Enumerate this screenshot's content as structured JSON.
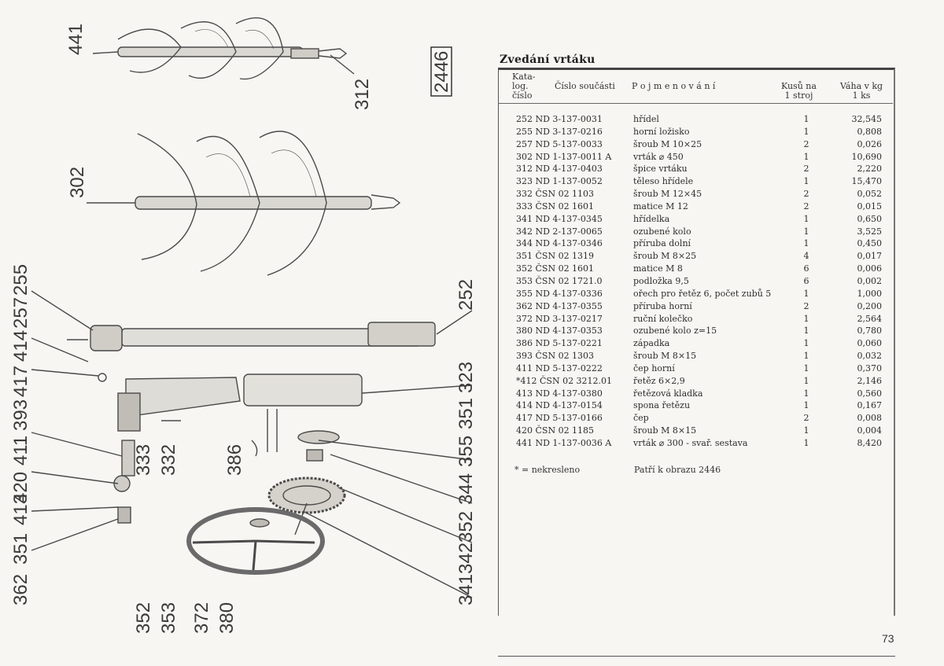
{
  "figure": {
    "number": "2446",
    "callouts_top": [
      "441",
      "312",
      "302"
    ],
    "callouts_left": [
      "362",
      "351",
      "413",
      "420",
      "411",
      "393",
      "417",
      "414",
      "257",
      "255"
    ],
    "callouts_bottom": [
      "352",
      "353",
      "372",
      "380",
      "333",
      "332",
      "386"
    ],
    "callouts_right": [
      "252",
      "323",
      "351",
      "355",
      "344",
      "352",
      "342",
      "341"
    ]
  },
  "section_title": "Zvedání vrtáku",
  "columns": {
    "catalog": "Kata-\nlog.\nčíslo",
    "part_number": "Číslo součásti",
    "name": "P o j m e n o v á n í",
    "quantity": "Kusů na\n1 stroj",
    "weight": "Váha v kg\n1 ks"
  },
  "rows": [
    {
      "catalog": "252",
      "part": "ND 3-137-0031",
      "name": "hřídel",
      "qty": "1",
      "weight": "32,545"
    },
    {
      "catalog": "255",
      "part": "ND 3-137-0216",
      "name": "horní ložisko",
      "qty": "1",
      "weight": "0,808"
    },
    {
      "catalog": "257",
      "part": "ND 5-137-0033",
      "name": "šroub M 10×25",
      "qty": "2",
      "weight": "0,026"
    },
    {
      "catalog": "302",
      "part": "ND 1-137-0011 A",
      "name": "vrták ⌀ 450",
      "qty": "1",
      "weight": "10,690"
    },
    {
      "catalog": "312",
      "part": "ND 4-137-0403",
      "name": "špice vrtáku",
      "qty": "2",
      "weight": "2,220"
    },
    {
      "catalog": "323",
      "part": "ND 1-137-0052",
      "name": "těleso hřídele",
      "qty": "1",
      "weight": "15,470"
    },
    {
      "catalog": "332",
      "part": "ČSN 02 1103",
      "name": "šroub M 12×45",
      "qty": "2",
      "weight": "0,052"
    },
    {
      "catalog": "333",
      "part": "ČSN 02 1601",
      "name": "matice M 12",
      "qty": "2",
      "weight": "0,015"
    },
    {
      "catalog": "341",
      "part": "ND 4-137-0345",
      "name": "hřídelka",
      "qty": "1",
      "weight": "0,650"
    },
    {
      "catalog": "342",
      "part": "ND 2-137-0065",
      "name": "ozubené kolo",
      "qty": "1",
      "weight": "3,525"
    },
    {
      "catalog": "344",
      "part": "ND 4-137-0346",
      "name": "příruba dolní",
      "qty": "1",
      "weight": "0,450"
    },
    {
      "catalog": "351",
      "part": "ČSN 02 1319",
      "name": "šroub M 8×25",
      "qty": "4",
      "weight": "0,017"
    },
    {
      "catalog": "352",
      "part": "ČSN 02 1601",
      "name": "matice M 8",
      "qty": "6",
      "weight": "0,006"
    },
    {
      "catalog": "353",
      "part": "ČSN 02 1721.0",
      "name": "podložka 9,5",
      "qty": "6",
      "weight": "0,002"
    },
    {
      "catalog": "355",
      "part": "ND 4-137-0336",
      "name": "ořech pro řetěz 6, počet zubů 5",
      "qty": "1",
      "weight": "1,000"
    },
    {
      "catalog": "362",
      "part": "ND 4-137-0355",
      "name": "příruba horní",
      "qty": "2",
      "weight": "0,200"
    },
    {
      "catalog": "372",
      "part": "ND 3-137-0217",
      "name": "ruční kolečko",
      "qty": "1",
      "weight": "2,564"
    },
    {
      "catalog": "380",
      "part": "ND 4-137-0353",
      "name": "ozubené kolo z=15",
      "qty": "1",
      "weight": "0,780"
    },
    {
      "catalog": "386",
      "part": "ND 5-137-0221",
      "name": "západka",
      "qty": "1",
      "weight": "0,060"
    },
    {
      "catalog": "393",
      "part": "ČSN 02 1303",
      "name": "šroub M 8×15",
      "qty": "1",
      "weight": "0,032"
    },
    {
      "catalog": "411",
      "part": "ND 5-137-0222",
      "name": "čep horní",
      "qty": "1",
      "weight": "0,370"
    },
    {
      "catalog": "*412",
      "part": "ČSN 02 3212.01",
      "name": "řetěz 6×2,9",
      "qty": "1",
      "weight": "2,146"
    },
    {
      "catalog": "413",
      "part": "ND 4-137-0380",
      "name": "řetězová kladka",
      "qty": "1",
      "weight": "0,560"
    },
    {
      "catalog": "414",
      "part": "ND 4-137-0154",
      "name": "spona řetězu",
      "qty": "1",
      "weight": "0,167"
    },
    {
      "catalog": "417",
      "part": "ND 5-137-0166",
      "name": "čep",
      "qty": "2",
      "weight": "0,008"
    },
    {
      "catalog": "420",
      "part": "ČSN 02 1185",
      "name": "šroub M 8×15",
      "qty": "1",
      "weight": "0,004"
    },
    {
      "catalog": "441",
      "part": "ND 1-137-0036 A",
      "name": "vrták ⌀ 300 - svař. sestava",
      "qty": "1",
      "weight": "8,420"
    }
  ],
  "footnote": "* = nekresleno",
  "reference": "Patří k obrazu 2446",
  "page_number": "73"
}
